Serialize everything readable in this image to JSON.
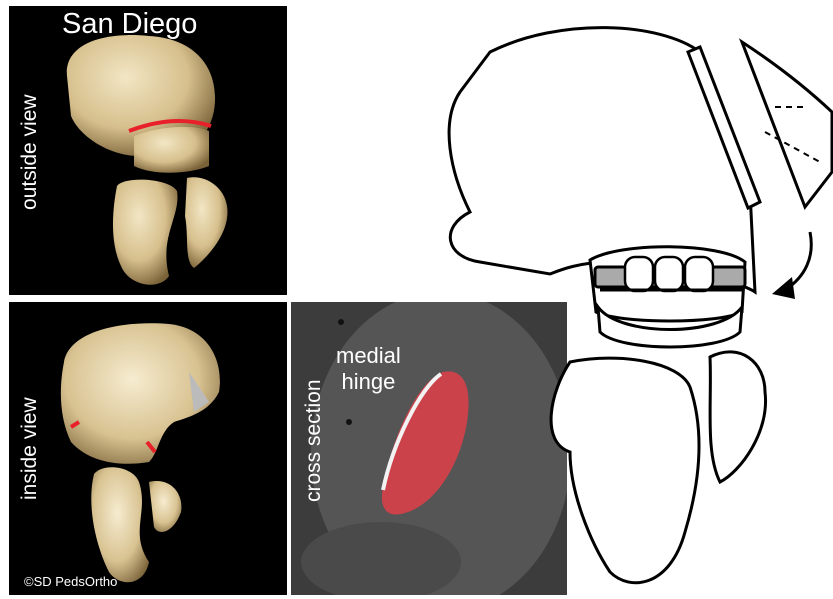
{
  "panels": {
    "outside": {
      "title": "San Diego",
      "side_label": "outside view"
    },
    "inside": {
      "side_label": "inside view",
      "copyright": "©SD PedsOrtho"
    },
    "cross_section": {
      "side_label": "cross section",
      "annotation_line1": "medial",
      "annotation_line2": "hinge"
    }
  },
  "colors": {
    "bone": "#d9c59a",
    "bone_shadow": "#8a7448",
    "osteotomy_line": "#e8202a",
    "hinge_highlight": "#e0404a",
    "outline": "#000000"
  },
  "icons": [
    "curved-arrow-icon"
  ]
}
